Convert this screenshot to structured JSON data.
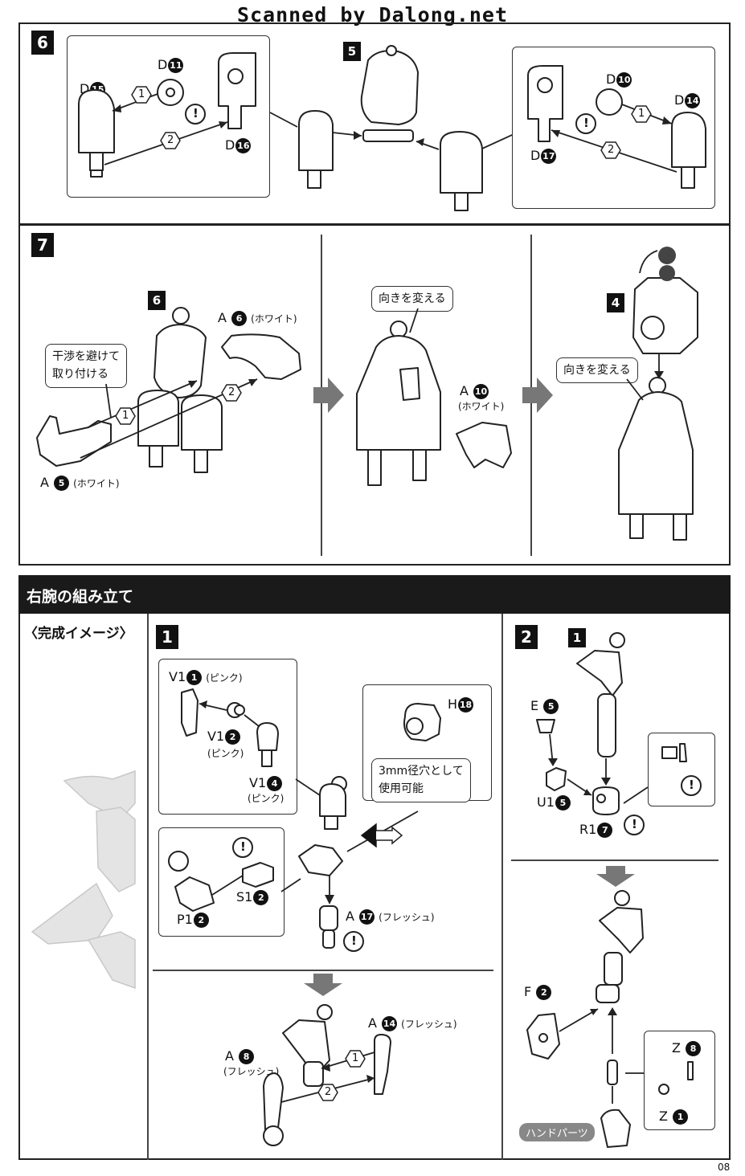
{
  "watermark": "Scanned by Dalong.net",
  "page_number": "08",
  "step6": {
    "number": "6",
    "ref_step": "5",
    "left_inset": {
      "p1": {
        "letter": "D",
        "num": "15"
      },
      "p2": {
        "letter": "D",
        "num": "11"
      },
      "p3": {
        "letter": "D",
        "num": "16"
      },
      "order1": "1",
      "order2": "2"
    },
    "right_inset": {
      "p1": {
        "letter": "D",
        "num": "10"
      },
      "p2": {
        "letter": "D",
        "num": "14"
      },
      "p3": {
        "letter": "D",
        "num": "17"
      },
      "order1": "1",
      "order2": "2"
    }
  },
  "step7": {
    "number": "7",
    "ref_step": "6",
    "ref_step_b": "4",
    "note_avoid": [
      "干渉を避けて",
      "取り付ける"
    ],
    "turn_label_a": "向きを変える",
    "turn_label_b": "向きを変える",
    "a5": {
      "letter": "A",
      "num": "5",
      "color": "(ホワイト)"
    },
    "a6": {
      "letter": "A",
      "num": "6",
      "color": "(ホワイト)"
    },
    "a10": {
      "letter": "A",
      "num": "10",
      "color": "(ホワイト)"
    },
    "order1": "1",
    "order2": "2"
  },
  "section": {
    "title": "右腕の組み立て",
    "complete_image": "〈完成イメージ〉"
  },
  "arm_step1": {
    "number": "1",
    "v1_1": {
      "letter": "V1",
      "num": "1",
      "color": "(ピンク)"
    },
    "v1_2": {
      "letter": "V1",
      "num": "2",
      "color": "(ピンク)"
    },
    "v1_4": {
      "letter": "V1",
      "num": "4",
      "color": "(ピンク)"
    },
    "h18": {
      "letter": "H",
      "num": "18"
    },
    "note_3mm": [
      "3mm径穴として",
      "使用可能"
    ],
    "s1_2": {
      "letter": "S1",
      "num": "2"
    },
    "p1_2": {
      "letter": "P1",
      "num": "2"
    },
    "a17": {
      "letter": "A",
      "num": "17",
      "color": "(フレッシュ)"
    },
    "a14": {
      "letter": "A",
      "num": "14",
      "color": "(フレッシュ)"
    },
    "a8": {
      "letter": "A",
      "num": "8",
      "color": "(フレッシュ)"
    },
    "order1": "1",
    "order2": "2"
  },
  "arm_step2": {
    "number": "2",
    "ref_step": "1",
    "e5": {
      "letter": "E",
      "num": "5"
    },
    "u1_5": {
      "letter": "U1",
      "num": "5"
    },
    "r1_7": {
      "letter": "R1",
      "num": "7"
    },
    "f2": {
      "letter": "F",
      "num": "2"
    },
    "z8": {
      "letter": "Z",
      "num": "8"
    },
    "z1": {
      "letter": "Z",
      "num": "1"
    },
    "hand_parts": "ハンドパーツ"
  }
}
